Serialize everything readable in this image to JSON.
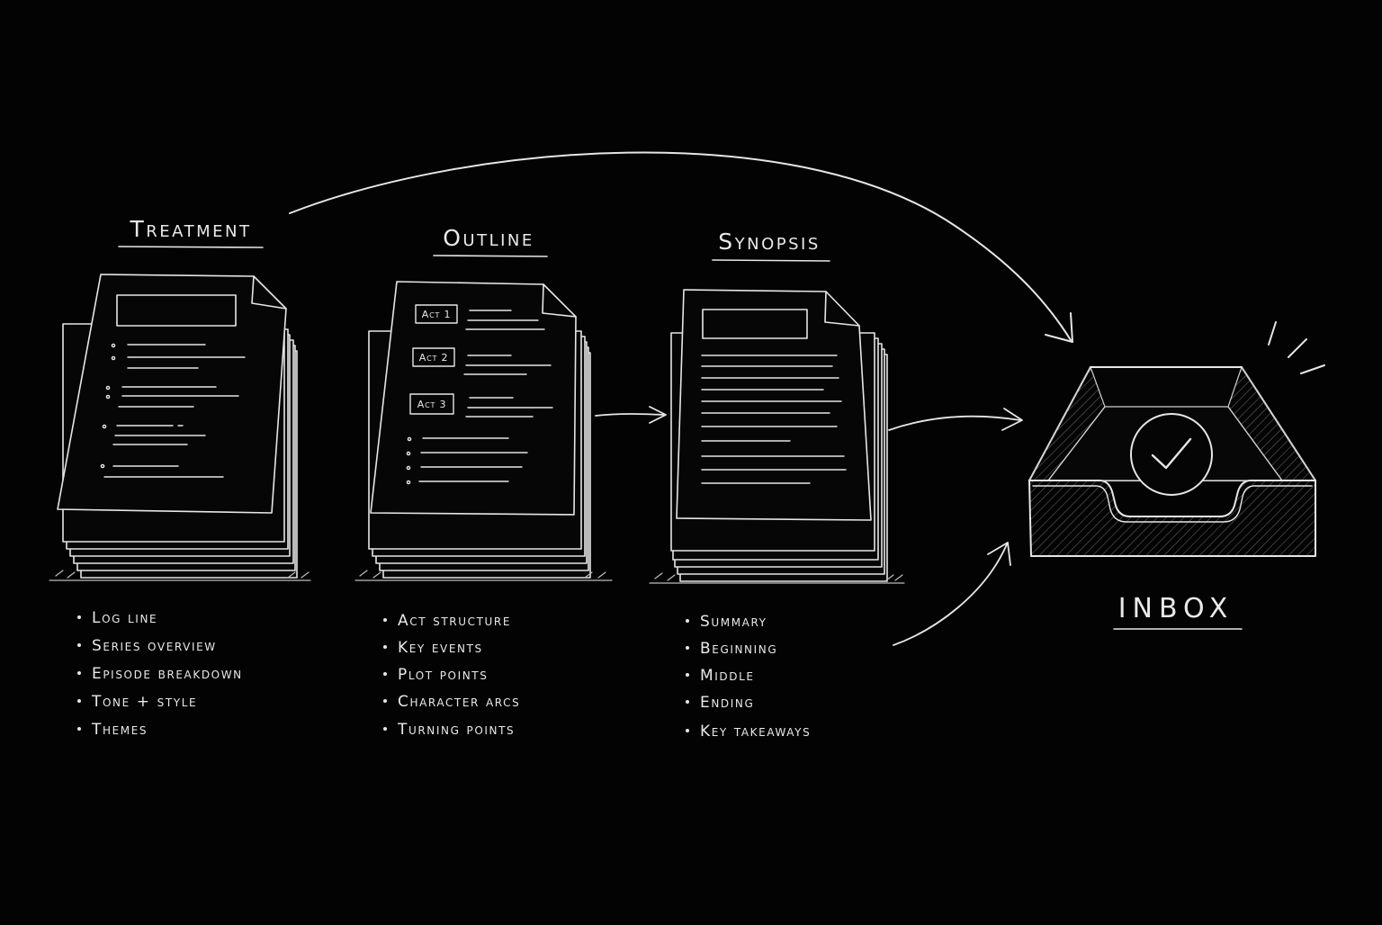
{
  "treatment": {
    "title": "Treatment",
    "bullets": [
      "Log line",
      "Series overview",
      "Episode breakdown",
      "Tone + style",
      "Themes"
    ]
  },
  "outline": {
    "title": "Outline",
    "acts": [
      "Act 1",
      "Act 2",
      "Act 3"
    ],
    "bullets": [
      "Act structure",
      "Key events",
      "Plot points",
      "Character arcs",
      "Turning points"
    ]
  },
  "synopsis": {
    "title": "Synopsis",
    "bullets": [
      "Summary",
      "Beginning",
      "Middle",
      "Ending",
      "Key takeaways"
    ]
  },
  "inbox": {
    "title": "INBOX",
    "icon": "check-circle-icon"
  },
  "colors": {
    "background": "#030303",
    "chalk": "#e6e6e6"
  }
}
